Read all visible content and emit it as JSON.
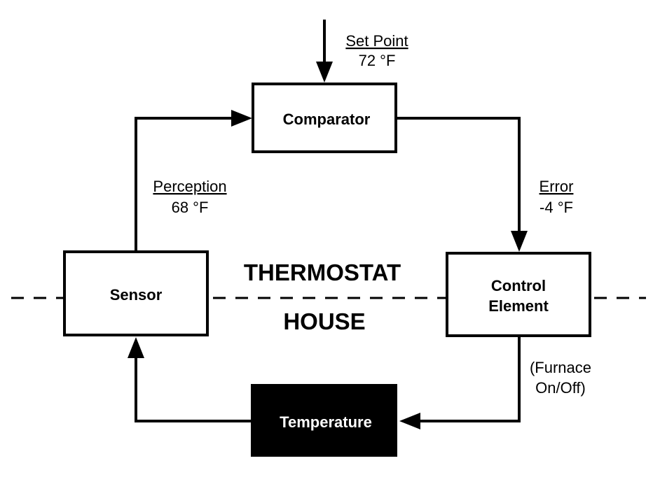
{
  "diagram": {
    "nodes": {
      "comparator": "Comparator",
      "sensor": "Sensor",
      "control_line1": "Control",
      "control_line2": "Element",
      "temperature": "Temperature"
    },
    "regions": {
      "upper": "THERMOSTAT",
      "lower": "HOUSE"
    },
    "signals": {
      "set_point_label": "Set Point",
      "set_point_value": "72 °F",
      "perception_label": "Perception",
      "perception_value": "68 °F",
      "error_label": "Error",
      "error_value": "-4 °F",
      "furnace_line1": "(Furnace",
      "furnace_line2": "On/Off)"
    },
    "colors": {
      "line": "#000000",
      "box_fill": "#ffffff",
      "temperature_fill": "#000000",
      "temperature_text": "#ffffff"
    }
  }
}
